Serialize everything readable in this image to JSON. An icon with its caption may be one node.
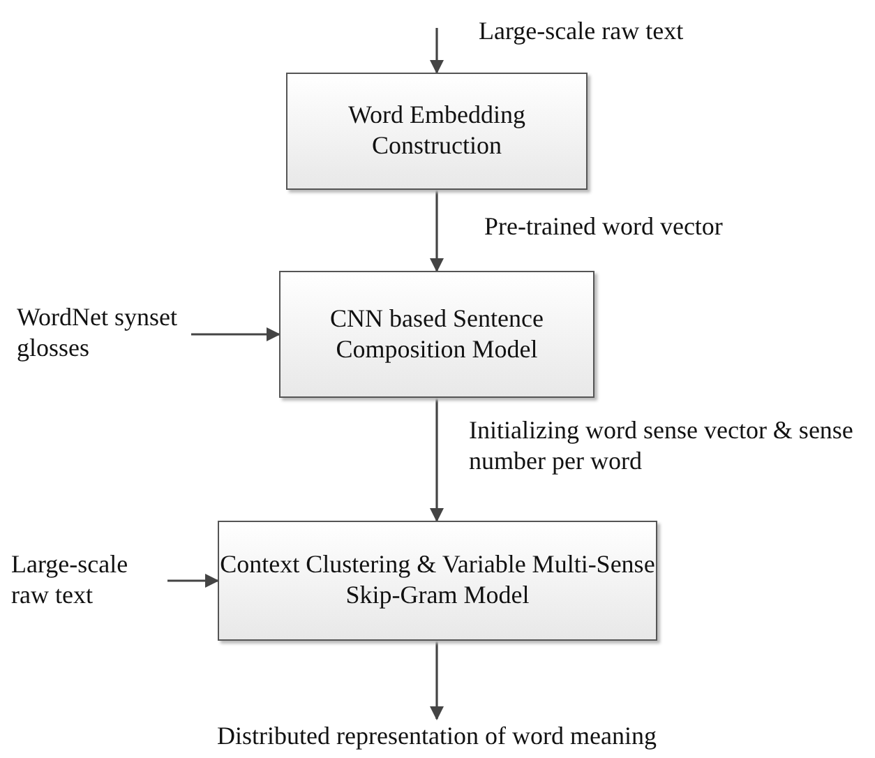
{
  "diagram": {
    "nodes": [
      {
        "text": [
          "Word Embedding Construction"
        ]
      },
      {
        "text": [
          "CNN based Sentence Composition Model"
        ]
      },
      {
        "text": [
          "WordNet synset glosses"
        ]
      },
      {
        "text": [
          "Context Clustering & Variable Multi-Sense Skip-Gram Model"
        ]
      },
      {
        "text": [
          "Large-scale raw text"
        ]
      },
      {
        "text": [
          "Distributed representation of word meaning"
        ]
      }
    ],
    "edges": [
      {
        "from": null,
        "to": 0,
        "arrow": "to",
        "label": "Large-scale raw text"
      },
      {
        "from": 0,
        "to": 1,
        "arrow": "to",
        "label": "Pre-trained word vector"
      },
      {
        "from": 2,
        "to": 1,
        "arrow": "to"
      },
      {
        "from": 1,
        "to": 3,
        "arrow": "to",
        "label": "Initializing word sense vector & sense number per word"
      },
      {
        "from": 4,
        "to": 3,
        "arrow": "to"
      },
      {
        "from": 3,
        "to": 5,
        "arrow": "to"
      }
    ]
  }
}
